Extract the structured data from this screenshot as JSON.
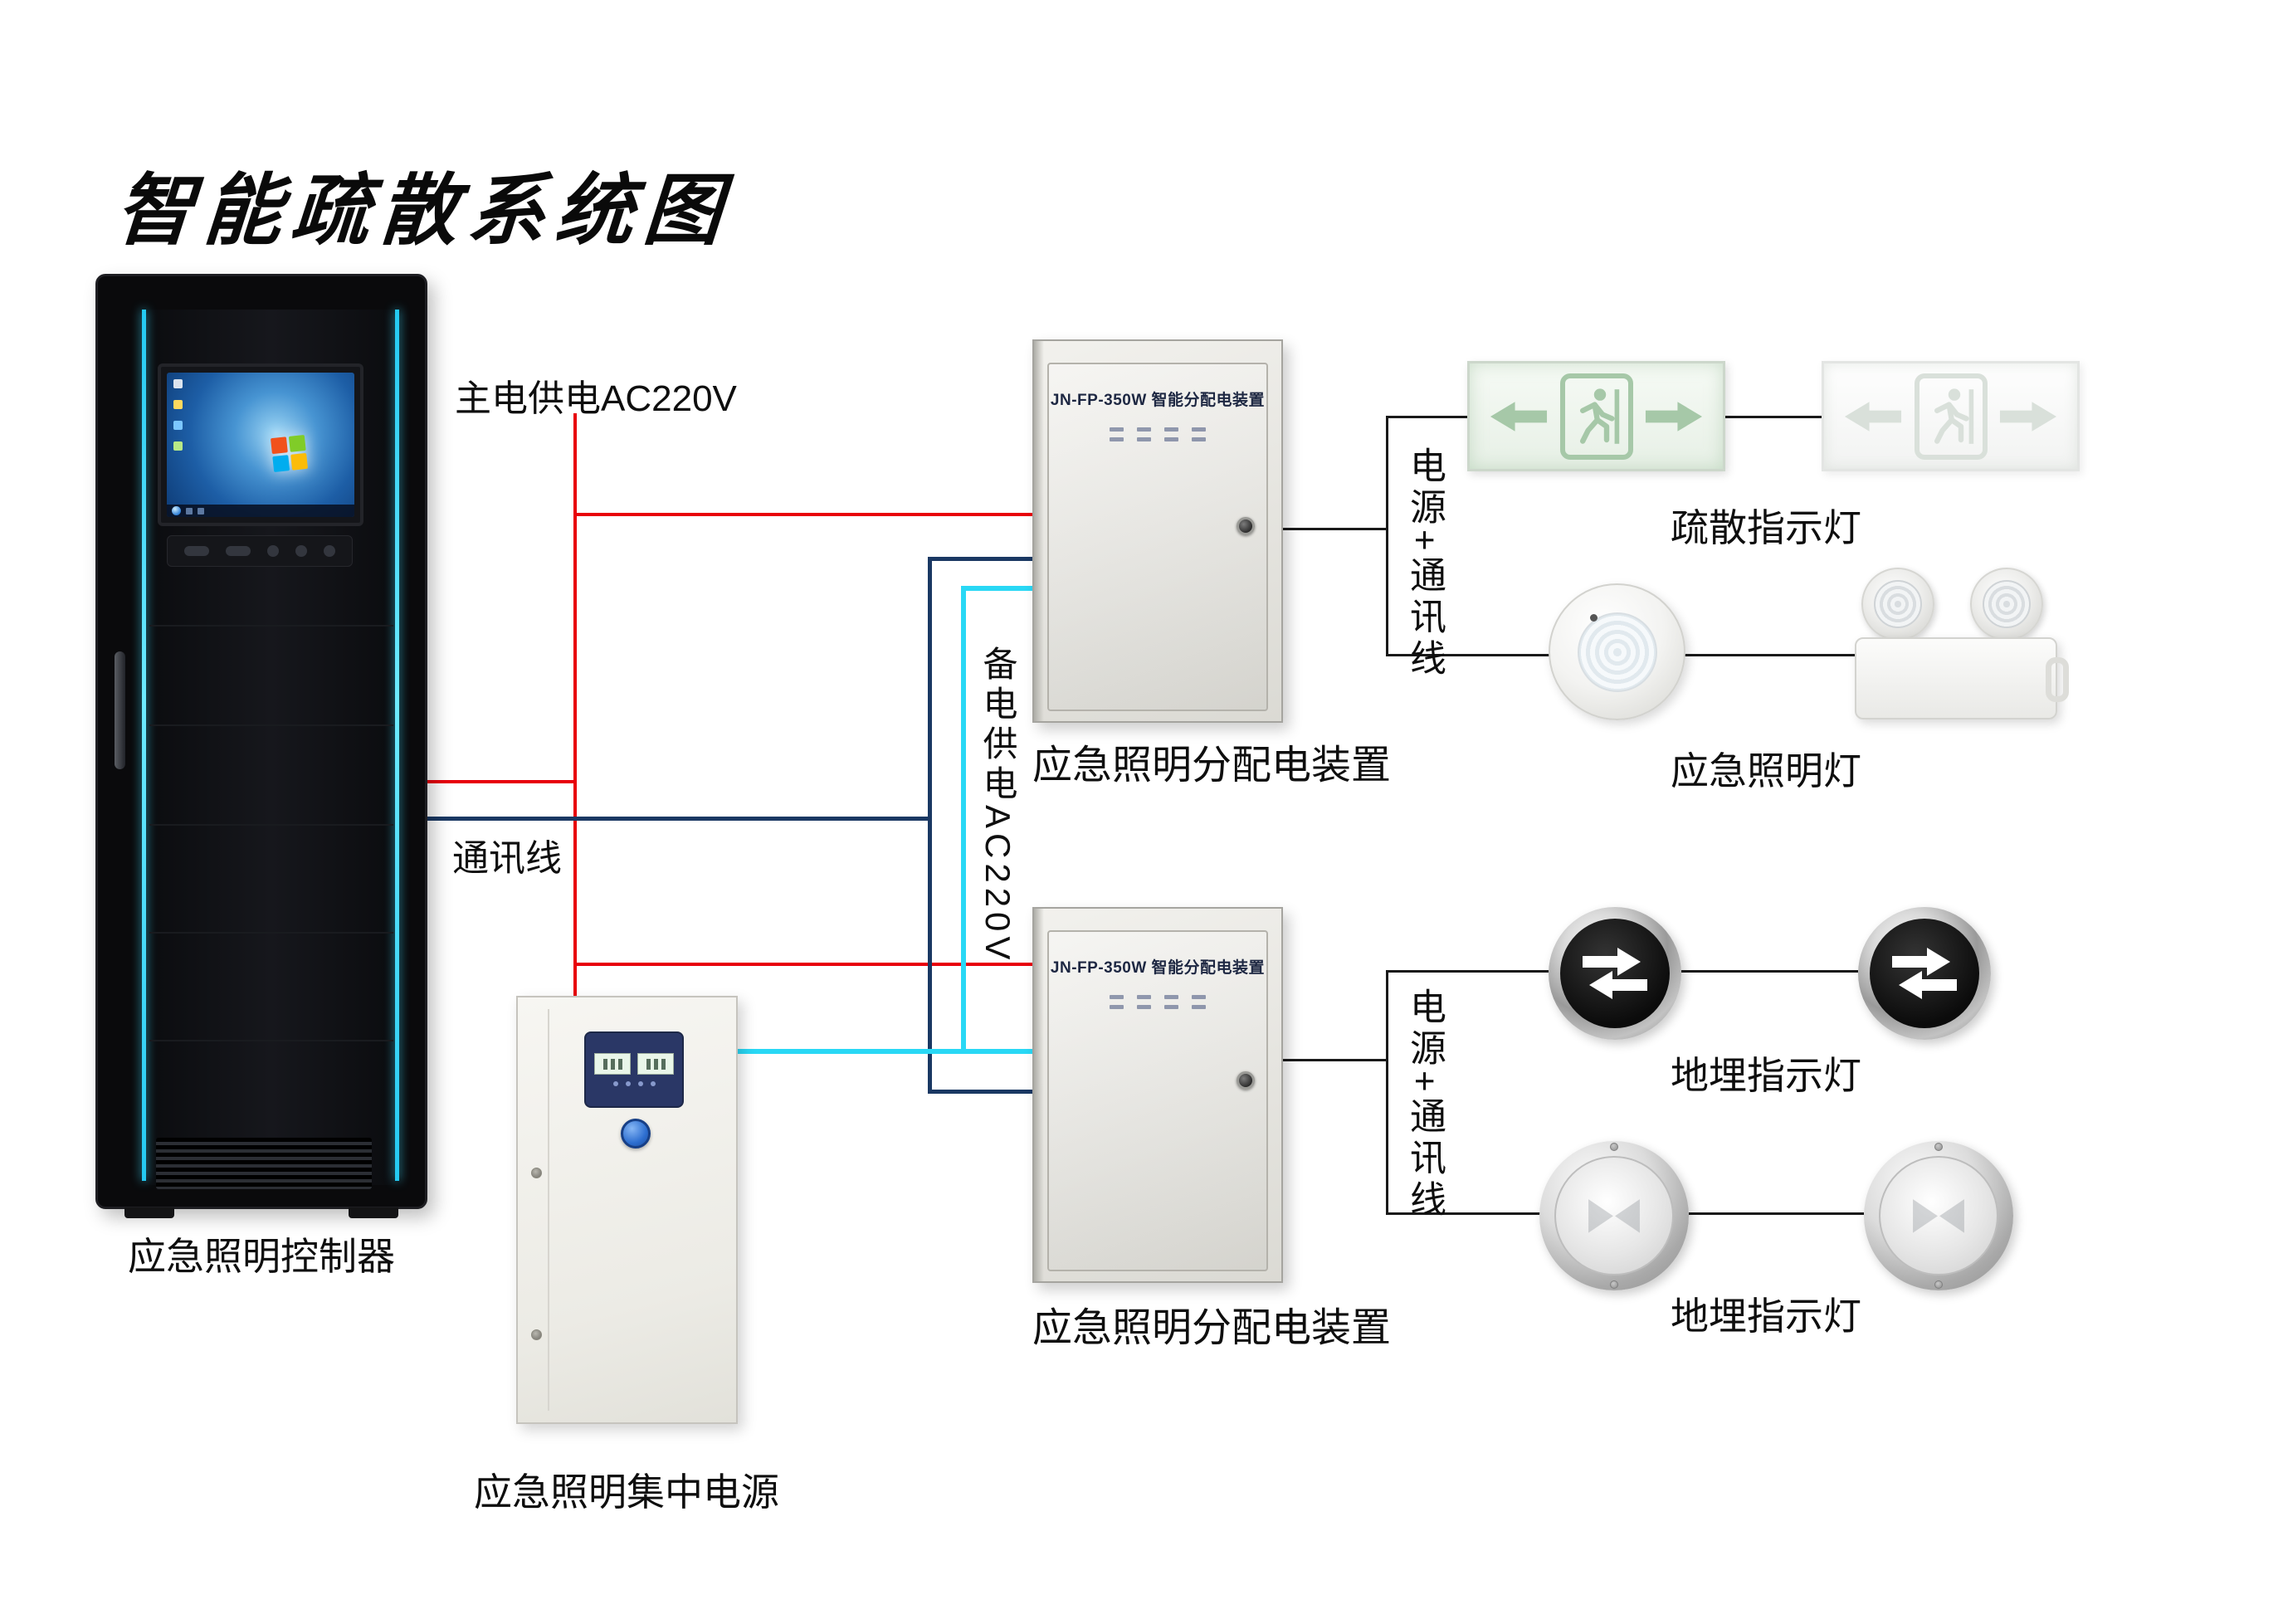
{
  "title": "智能疏散系统图",
  "wire_labels": {
    "main_power": "主电供电AC220V",
    "comm": "通讯线",
    "backup_power": "备电供电AC220V",
    "branch_top": "电源+通讯线",
    "branch_bottom": "电源+通讯线"
  },
  "wire_colors": {
    "main_power": "#e8000a",
    "comm": "#1a3863",
    "backup_power": "#29d8f5",
    "link": "#1a1a1a"
  },
  "nodes": {
    "controller": "应急照明控制器",
    "central_power": "应急照明集中电源",
    "dist_box_top": "应急照明分配电装置",
    "dist_box_bottom": "应急照明分配电装置",
    "exit_signs": "疏散指示灯",
    "emergency_lights": "应急照明灯",
    "ground_lights_top": "地埋指示灯",
    "ground_lights_bottom": "地埋指示灯"
  },
  "dist_box_model": "JN-FP-350W 智能分配电装置"
}
